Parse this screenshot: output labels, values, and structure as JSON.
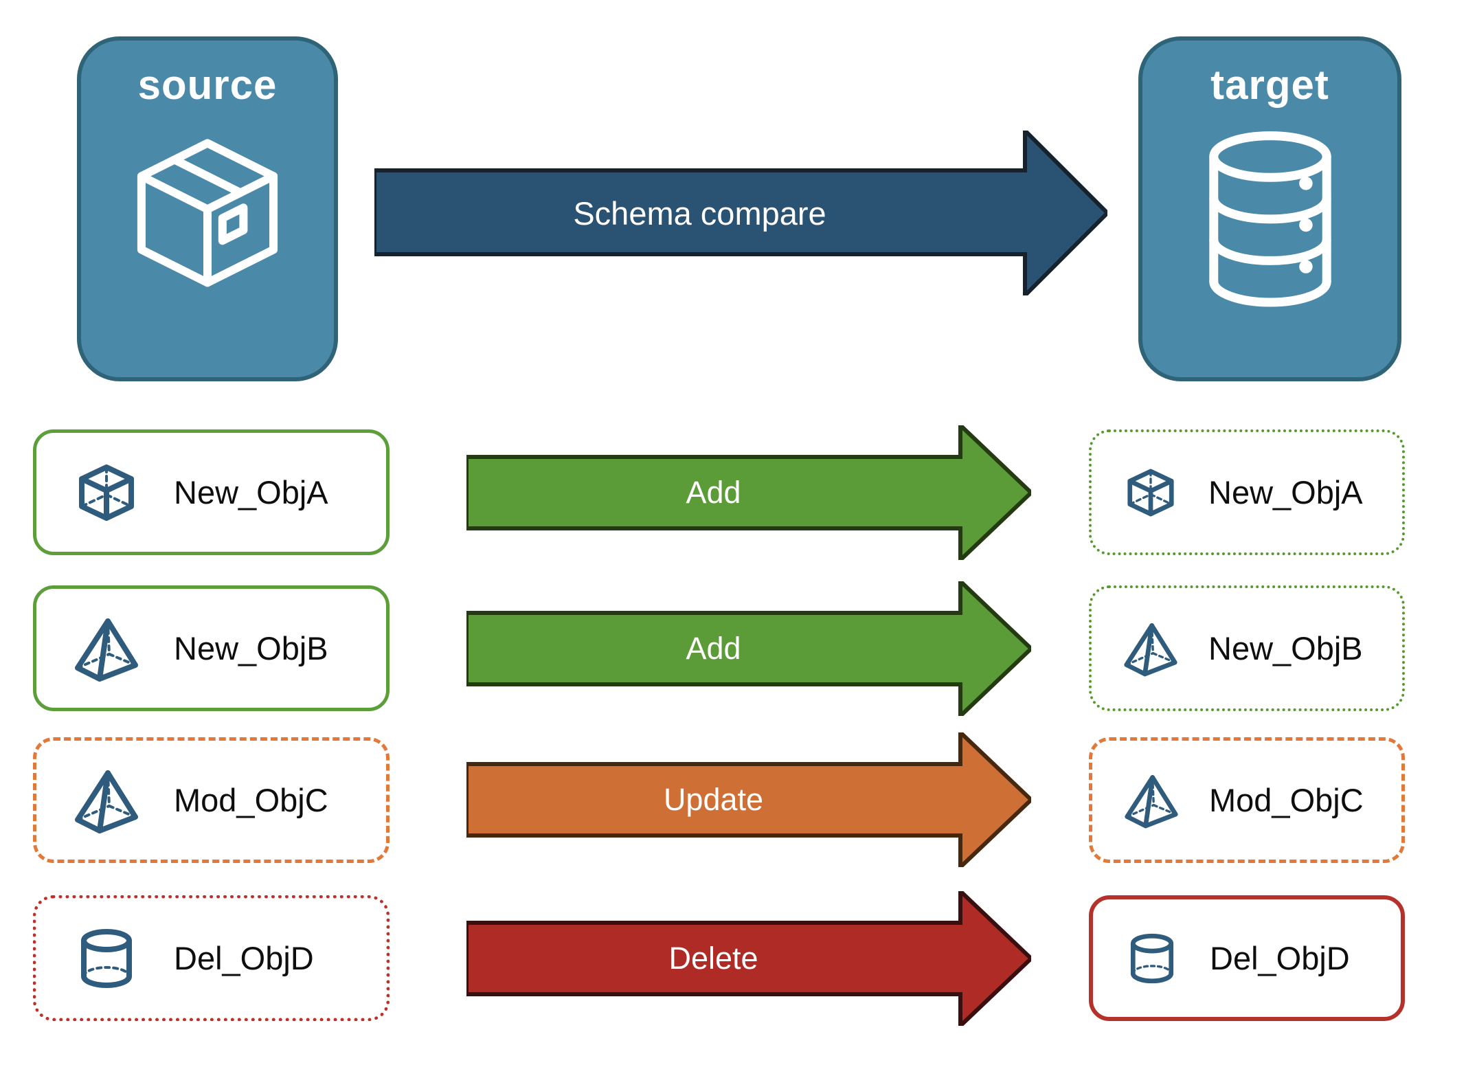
{
  "panels": {
    "source": {
      "label": "source",
      "icon": "package-icon"
    },
    "target": {
      "label": "target",
      "icon": "database-icon"
    }
  },
  "compare_arrow": {
    "label": "Schema compare",
    "color": "#2A5272"
  },
  "rows": [
    {
      "source": {
        "label": "New_ObjA",
        "icon": "cube-icon",
        "border_style": "solid-green"
      },
      "action": {
        "label": "Add",
        "color": "#5B9B38"
      },
      "target": {
        "label": "New_ObjA",
        "icon": "cube-icon",
        "border_style": "dotted-green"
      }
    },
    {
      "source": {
        "label": "New_ObjB",
        "icon": "pyramid-icon",
        "border_style": "solid-green"
      },
      "action": {
        "label": "Add",
        "color": "#5B9B38"
      },
      "target": {
        "label": "New_ObjB",
        "icon": "pyramid-icon",
        "border_style": "dotted-green"
      }
    },
    {
      "source": {
        "label": "Mod_ObjC",
        "icon": "pyramid-icon",
        "border_style": "dashed-orange"
      },
      "action": {
        "label": "Update",
        "color": "#CE7036"
      },
      "target": {
        "label": "Mod_ObjC",
        "icon": "pyramid-icon",
        "border_style": "dashed-orange"
      }
    },
    {
      "source": {
        "label": "Del_ObjD",
        "icon": "cylinder-icon",
        "border_style": "dotted-red"
      },
      "action": {
        "label": "Delete",
        "color": "#AF2B26"
      },
      "target": {
        "label": "Del_ObjD",
        "icon": "cylinder-icon",
        "border_style": "solid-red"
      }
    }
  ],
  "colors": {
    "panel_fill": "#4A8AA8",
    "panel_border": "#2F6478",
    "compare_arrow": "#2A5272",
    "add_arrow": "#5B9B38",
    "update_arrow": "#CE7036",
    "delete_arrow": "#AF2B26",
    "green_border": "#5C9E3A",
    "green_dotted": "#55992F",
    "orange_border": "#E0793A",
    "red_dotted": "#BC3129",
    "red_border": "#B5312B",
    "icon_blue": "#2F5B7C",
    "text": "#0E0E0E"
  }
}
